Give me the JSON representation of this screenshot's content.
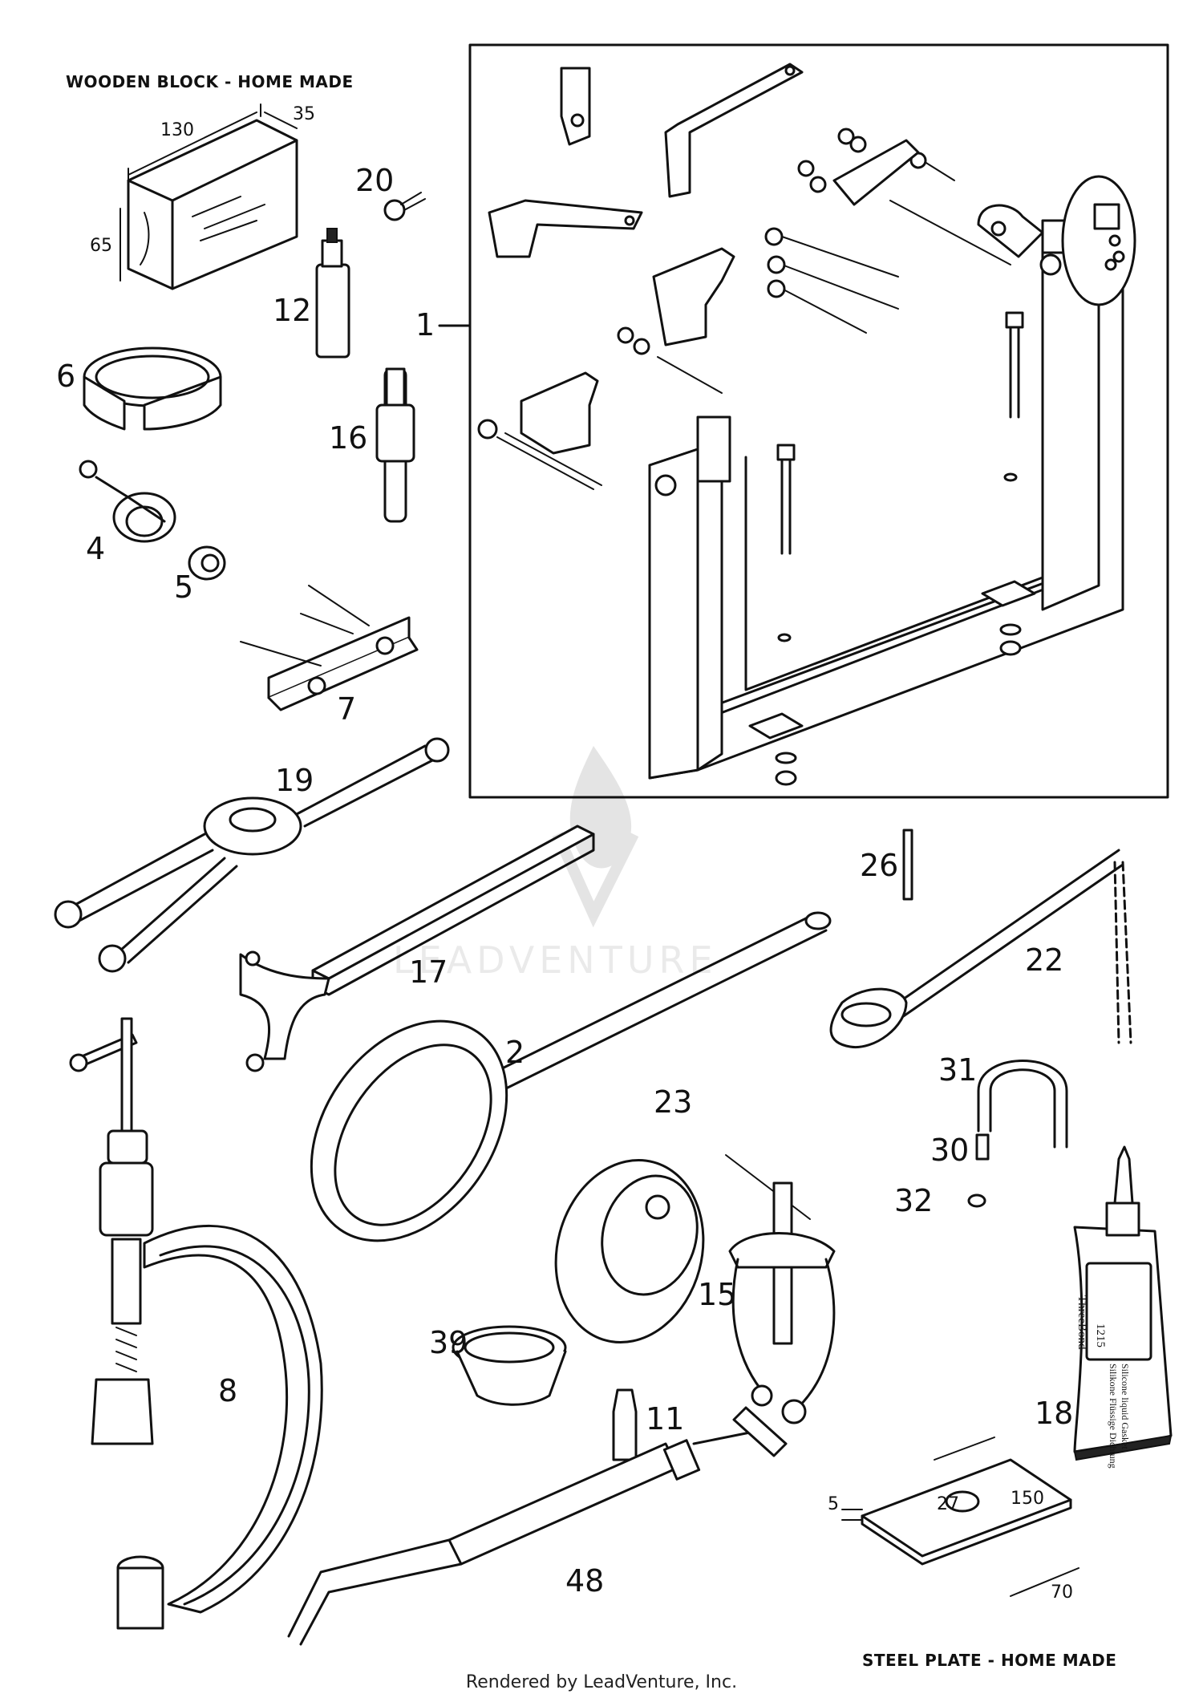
{
  "captions": {
    "wooden_block": "WOODEN BLOCK - HOME MADE",
    "steel_plate": "STEEL PLATE - HOME MADE"
  },
  "dimensions": {
    "block_length": "130",
    "block_width": "35",
    "block_height": "65",
    "plate_thickness": "5",
    "plate_hole": "27",
    "plate_length": "150",
    "plate_width": "70"
  },
  "part_numbers": {
    "p1": "1",
    "p2": "2",
    "p4": "4",
    "p5": "5",
    "p6": "6",
    "p7": "7",
    "p8": "8",
    "p11": "11",
    "p12": "12",
    "p15": "15",
    "p16": "16",
    "p17": "17",
    "p18": "18",
    "p19": "19",
    "p20": "20",
    "p22": "22",
    "p23": "23",
    "p26": "26",
    "p30": "30",
    "p31": "31",
    "p32": "32",
    "p39": "39",
    "p48": "48"
  },
  "tube_label": {
    "brand": "ThreeBond",
    "number": "1215",
    "desc1": "Silicone liquid Gasket",
    "desc2": "Silikone Flüssige Dichtung"
  },
  "footer": "Rendered by LeadVenture, Inc.",
  "watermark": "LEADVENTURE"
}
